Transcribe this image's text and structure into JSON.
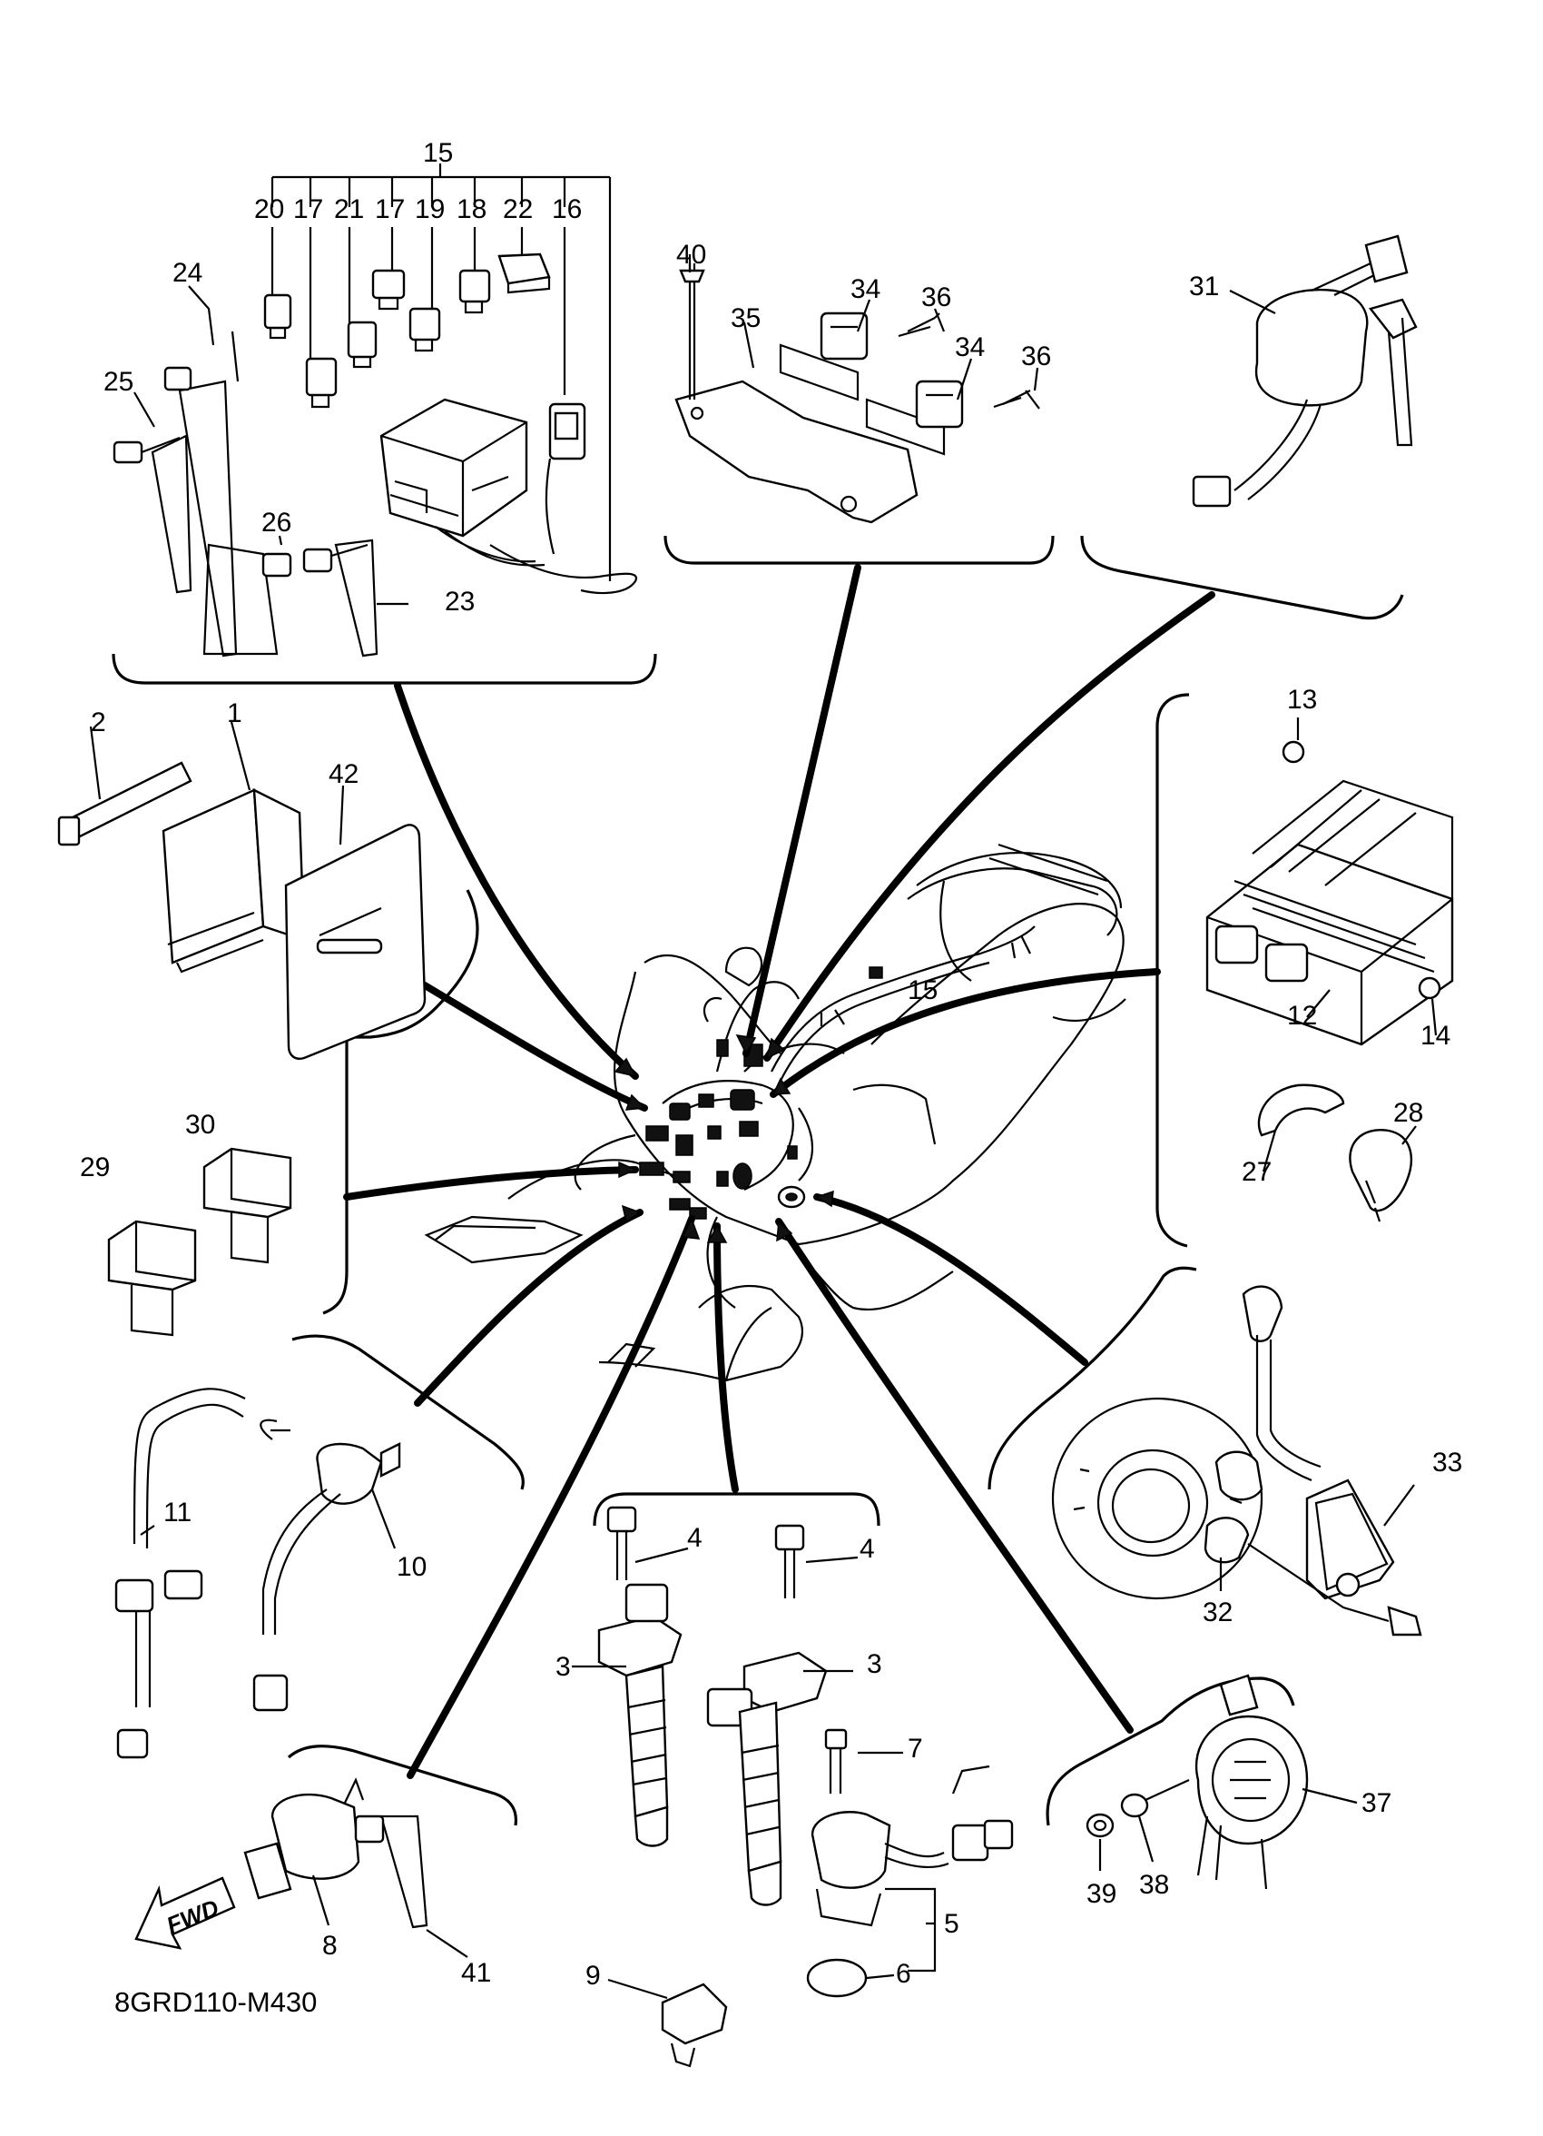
{
  "diagram_code": "8GRD110-M430",
  "fwd_label": "FWD",
  "callouts": [
    {
      "id": "c1",
      "text": "1"
    },
    {
      "id": "c2",
      "text": "2"
    },
    {
      "id": "c3a",
      "text": "3"
    },
    {
      "id": "c3b",
      "text": "3"
    },
    {
      "id": "c4a",
      "text": "4"
    },
    {
      "id": "c4b",
      "text": "4"
    },
    {
      "id": "c5",
      "text": "5"
    },
    {
      "id": "c6",
      "text": "6"
    },
    {
      "id": "c7",
      "text": "7"
    },
    {
      "id": "c8",
      "text": "8"
    },
    {
      "id": "c9",
      "text": "9"
    },
    {
      "id": "c10",
      "text": "10"
    },
    {
      "id": "c11",
      "text": "11"
    },
    {
      "id": "c12",
      "text": "12"
    },
    {
      "id": "c13",
      "text": "13"
    },
    {
      "id": "c14",
      "text": "14"
    },
    {
      "id": "c15a",
      "text": "15"
    },
    {
      "id": "c15b",
      "text": "15"
    },
    {
      "id": "c16",
      "text": "16"
    },
    {
      "id": "c17a",
      "text": "17"
    },
    {
      "id": "c17b",
      "text": "17"
    },
    {
      "id": "c18",
      "text": "18"
    },
    {
      "id": "c19",
      "text": "19"
    },
    {
      "id": "c20",
      "text": "20"
    },
    {
      "id": "c21",
      "text": "21"
    },
    {
      "id": "c22",
      "text": "22"
    },
    {
      "id": "c23",
      "text": "23"
    },
    {
      "id": "c24",
      "text": "24"
    },
    {
      "id": "c25",
      "text": "25"
    },
    {
      "id": "c26",
      "text": "26"
    },
    {
      "id": "c27",
      "text": "27"
    },
    {
      "id": "c28",
      "text": "28"
    },
    {
      "id": "c29",
      "text": "29"
    },
    {
      "id": "c30",
      "text": "30"
    },
    {
      "id": "c31",
      "text": "31"
    },
    {
      "id": "c32",
      "text": "32"
    },
    {
      "id": "c33",
      "text": "33"
    },
    {
      "id": "c34a",
      "text": "34"
    },
    {
      "id": "c34b",
      "text": "34"
    },
    {
      "id": "c35",
      "text": "35"
    },
    {
      "id": "c36a",
      "text": "36"
    },
    {
      "id": "c36b",
      "text": "36"
    },
    {
      "id": "c37",
      "text": "37"
    },
    {
      "id": "c38",
      "text": "38"
    },
    {
      "id": "c39",
      "text": "39"
    },
    {
      "id": "c40",
      "text": "40"
    },
    {
      "id": "c41",
      "text": "41"
    },
    {
      "id": "c42",
      "text": "42"
    }
  ]
}
